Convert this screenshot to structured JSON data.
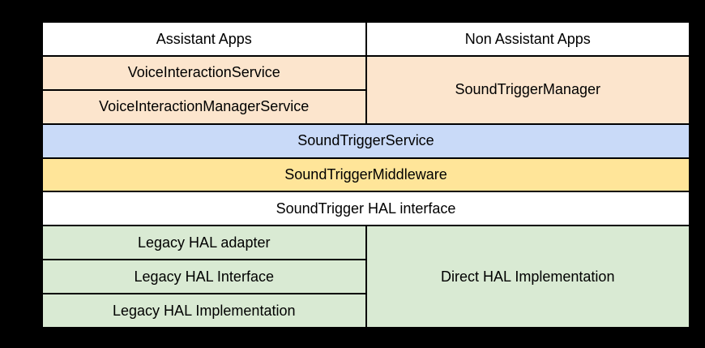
{
  "colors": {
    "page_background": "#000000",
    "cell_border": "#000000",
    "text": "#000000",
    "white": "#ffffff",
    "peach": "#fce5cd",
    "blue": "#c9daf8",
    "yellow": "#ffe599",
    "green": "#d9ead3"
  },
  "cells": {
    "assistant_apps": {
      "label": "Assistant Apps",
      "color": "#ffffff"
    },
    "non_assistant_apps": {
      "label": "Non Assistant Apps",
      "color": "#ffffff"
    },
    "voice_interaction_service": {
      "label": "VoiceInteractionService",
      "color": "#fce5cd"
    },
    "voice_interaction_manager_service": {
      "label": "VoiceInteractionManagerService",
      "color": "#fce5cd"
    },
    "sound_trigger_manager": {
      "label": "SoundTriggerManager",
      "color": "#fce5cd"
    },
    "sound_trigger_service": {
      "label": "SoundTriggerService",
      "color": "#c9daf8"
    },
    "sound_trigger_middleware": {
      "label": "SoundTriggerMiddleware",
      "color": "#ffe599"
    },
    "sound_trigger_hal_interface": {
      "label": "SoundTrigger HAL interface",
      "color": "#ffffff"
    },
    "legacy_hal_adapter": {
      "label": "Legacy HAL adapter",
      "color": "#d9ead3"
    },
    "legacy_hal_interface": {
      "label": "Legacy HAL Interface",
      "color": "#d9ead3"
    },
    "legacy_hal_implementation": {
      "label": "Legacy HAL Implementation",
      "color": "#d9ead3"
    },
    "direct_hal_implementation": {
      "label": "Direct HAL Implementation",
      "color": "#d9ead3"
    }
  }
}
